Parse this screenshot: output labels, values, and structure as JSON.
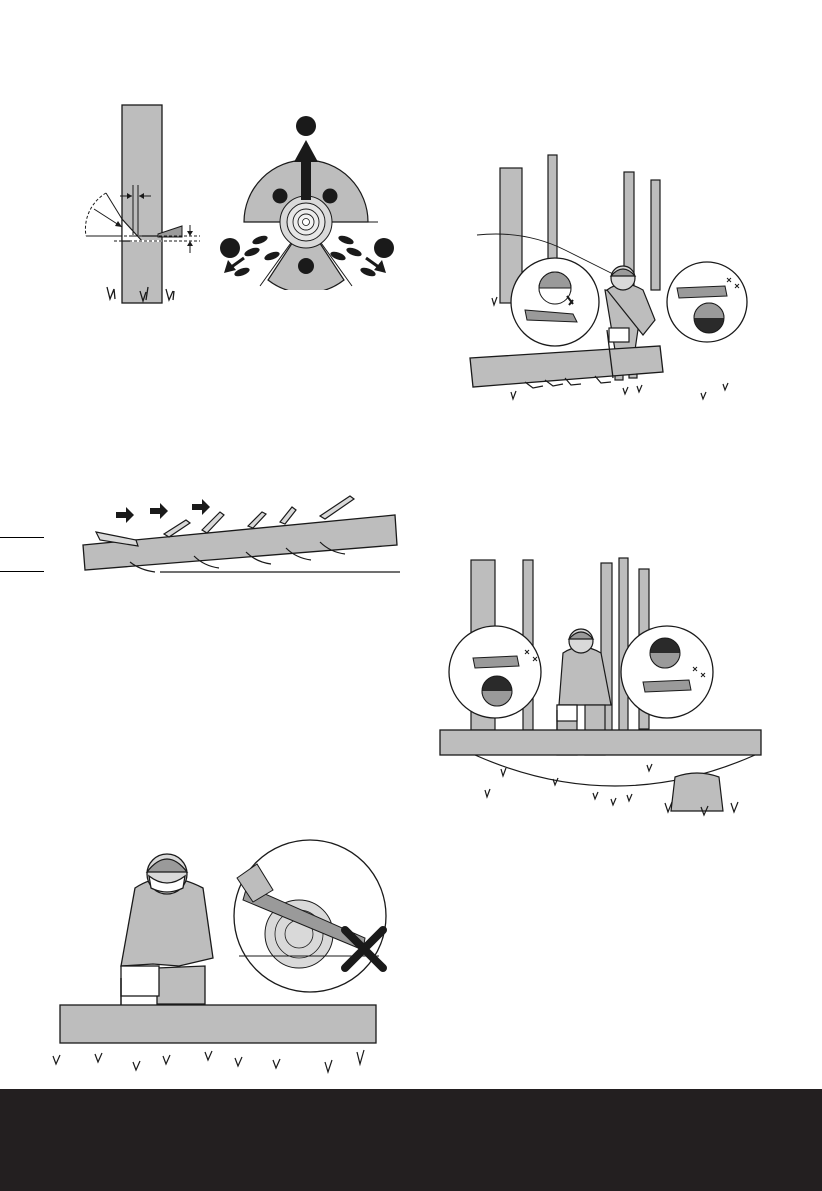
{
  "page": {
    "background": "#ffffff",
    "footer_color": "#231f20",
    "ink": "#1a1a1a",
    "wood_grey": "#bdbdbd",
    "light_grey": "#d9d9d9",
    "mid_grey": "#9a9a9a"
  },
  "figures": {
    "felling_notch": {
      "label": "felling-notch-diagram"
    },
    "retreat_path": {
      "label": "retreat-path-diagram"
    },
    "bucking_forest": {
      "label": "bucking-log-forest-illustration"
    },
    "limbing": {
      "label": "limbing-diagram"
    },
    "bucking_support": {
      "label": "bucking-log-on-supports-illustration"
    },
    "ground_log": {
      "label": "cutting-log-on-ground-illustration"
    }
  }
}
